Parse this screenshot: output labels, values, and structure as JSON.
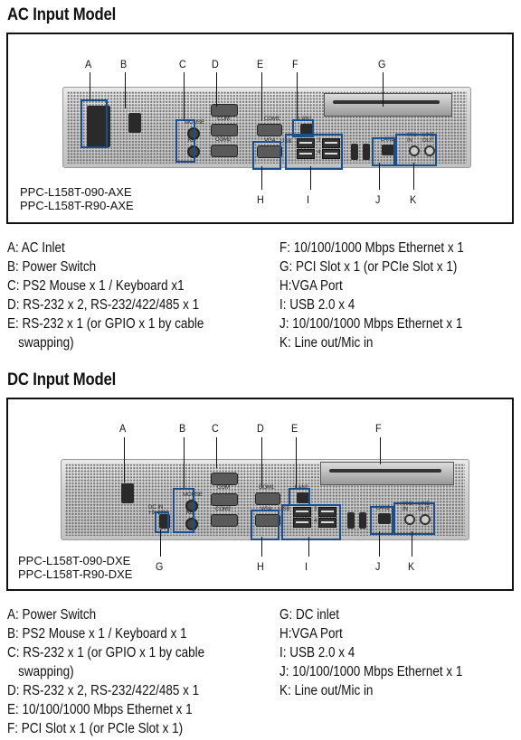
{
  "ac": {
    "title": "AC Input Model",
    "letters_top": [
      "A",
      "B",
      "C",
      "D",
      "E",
      "F",
      "G"
    ],
    "letters_bottom": [
      "H",
      "I",
      "J",
      "K"
    ],
    "models": [
      "PPC-L158T-090-AXE",
      "PPC-L158T-R90-AXE"
    ],
    "ports": {
      "mouse": "MOUSE",
      "kb": "KB",
      "com": "COM",
      "com1": "COM1",
      "com2": "COM2",
      "vga": "VGA",
      "usb": "USB",
      "lan1": "LAN1",
      "lan2": "LAN2",
      "mic": "MIC IN",
      "line": "LINE OUT",
      "n3": "3",
      "n4": "4"
    },
    "left_items": [
      "A: AC Inlet",
      "B: Power Switch",
      "C: PS2 Mouse x 1 / Keyboard x1",
      "D: RS-232 x 2, RS-232/422/485 x 1",
      "E: RS-232 x 1 (or GPIO x 1 by cable",
      "swapping)"
    ],
    "right_items": [
      "F: 10/100/1000 Mbps Ethernet x 1",
      "G: PCI Slot x 1 (or PCIe Slot x 1)",
      "H:VGA Port",
      "I:  USB 2.0 x 4",
      "J: 10/100/1000 Mbps Ethernet x 1",
      "K: Line out/Mic in"
    ]
  },
  "dc": {
    "title": "DC Input Model",
    "letters_top": [
      "A",
      "B",
      "C",
      "D",
      "E",
      "F"
    ],
    "letters_bottom": [
      "G",
      "H",
      "I",
      "J",
      "K"
    ],
    "models": [
      "PPC-L158T-090-DXE",
      "PPC-L158T-R90-DXE"
    ],
    "ports": {
      "mouse": "MOUSE",
      "kb": "KB",
      "com": "COM",
      "com1": "COM1",
      "com2": "COM2",
      "vga": "VGA",
      "usb": "USB",
      "lan1": "LAN1",
      "lan2": "LAN2",
      "mic": "MIC IN",
      "line": "LINE OUT",
      "dcin": "DC IN +9~24V",
      "n3": "3",
      "n4": "4"
    },
    "left_items": [
      "A: Power Switch",
      "B: PS2 Mouse x 1 / Keyboard x 1",
      "C: RS-232 x 1 (or GPIO x 1 by cable",
      "swapping)",
      "D: RS-232 x 2, RS-232/422/485 x 1",
      "E: 10/100/1000 Mbps Ethernet x 1",
      "F: PCI Slot x 1 (or PCIe Slot x 1)"
    ],
    "right_items": [
      "G: DC inlet",
      "H:VGA Port",
      "I:  USB 2.0 x 4",
      "J: 10/100/1000 Mbps Ethernet x 1",
      "K: Line out/Mic in"
    ]
  },
  "colors": {
    "callout": "#1b4f8c",
    "border": "#111111"
  }
}
